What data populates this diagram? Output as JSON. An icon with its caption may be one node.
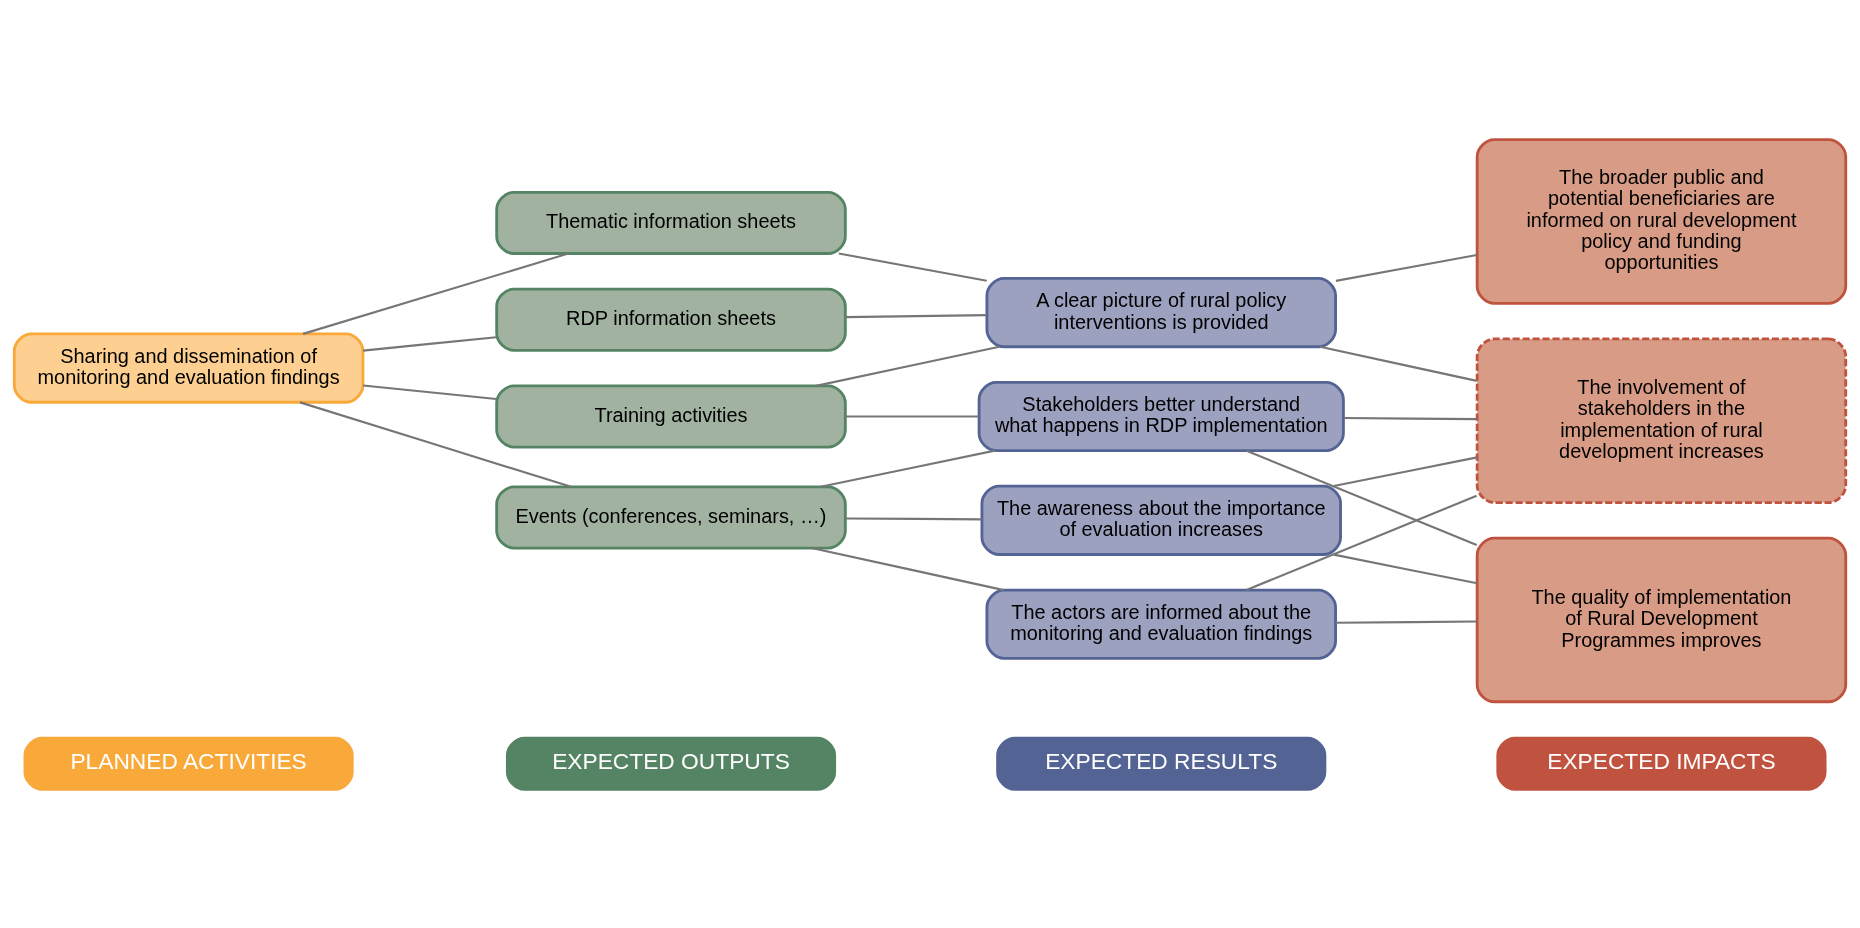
{
  "diagram": {
    "nodes": [
      {
        "text": [
          "PLANNED ACTIVITIES"
        ]
      },
      {
        "text": [
          "EXPECTED OUTPUTS"
        ]
      },
      {
        "text": [
          "EXPECTED RESULTS"
        ]
      },
      {
        "text": [
          "EXPECTED IMPACTS"
        ]
      },
      {
        "text": [
          "Sharing and dissemination of monitoring and evaluation findings"
        ]
      },
      {
        "text": [
          "Training activities"
        ]
      },
      {
        "text": [
          "Events (conferences, seminars, …)"
        ]
      },
      {
        "text": [
          "Thematic information sheets"
        ]
      },
      {
        "text": [
          "RDP information sheets"
        ]
      },
      {
        "text": [
          "The actors are informed about the monitoring and evaluation findings"
        ]
      },
      {
        "text": [
          "A clear picture of rural policy interventions is provided"
        ]
      },
      {
        "text": [
          "The awareness about the importance of evaluation increases"
        ]
      },
      {
        "text": [
          "Stakeholders better understand what happens in RDP implementation"
        ]
      },
      {
        "text": [
          "The quality of implementation of Rural Development Programmes improves"
        ]
      },
      {
        "text": [
          "The broader public and potential beneficiaries are informed on rural development policy and funding opportunities"
        ]
      },
      {
        "text": [
          "The involvement of stakeholders in the implementation of rural development increases"
        ]
      }
    ],
    "edges": [
      {
        "from": 4,
        "to": 5,
        "arrow": "none"
      },
      {
        "from": 4,
        "to": 6,
        "arrow": "none"
      },
      {
        "from": 4,
        "to": 7,
        "arrow": "none"
      },
      {
        "from": 4,
        "to": 8,
        "arrow": "none"
      },
      {
        "from": 5,
        "to": 10,
        "arrow": "none"
      },
      {
        "from": 5,
        "to": 12,
        "arrow": "none"
      },
      {
        "from": 6,
        "to": 9,
        "arrow": "none"
      },
      {
        "from": 6,
        "to": 11,
        "arrow": "none"
      },
      {
        "from": 6,
        "to": 12,
        "arrow": "none"
      },
      {
        "from": 7,
        "to": 10,
        "arrow": "none"
      },
      {
        "from": 8,
        "to": 10,
        "arrow": "none"
      },
      {
        "from": 9,
        "to": 13,
        "arrow": "none"
      },
      {
        "from": 9,
        "to": 15,
        "arrow": "none"
      },
      {
        "from": 10,
        "to": 14,
        "arrow": "none"
      },
      {
        "from": 10,
        "to": 15,
        "arrow": "none"
      },
      {
        "from": 11,
        "to": 13,
        "arrow": "none"
      },
      {
        "from": 11,
        "to": 15,
        "arrow": "none"
      },
      {
        "from": 12,
        "to": 13,
        "arrow": "none"
      },
      {
        "from": 12,
        "to": 15,
        "arrow": "none"
      }
    ]
  }
}
